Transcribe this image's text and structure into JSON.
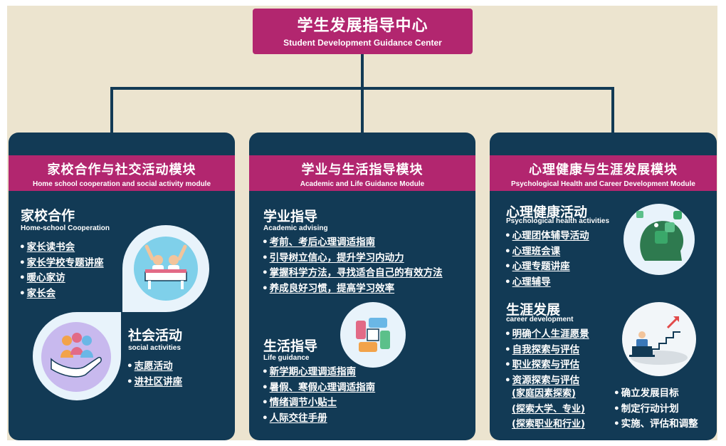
{
  "center": {
    "title_zh": "学生发展指导中心",
    "title_en": "Student Development Guidance Center"
  },
  "modules": [
    {
      "title_zh": "家校合作与社交活动模块",
      "title_en": "Home school cooperation and social activity module",
      "sections": [
        {
          "title_zh": "家校合作",
          "title_en": "Home-school Cooperation",
          "items": [
            "家长读书会",
            "家长学校专题讲座",
            "暖心家访",
            "家长会"
          ],
          "icon": "raised-hands-students-icon"
        },
        {
          "title_zh": "社会活动",
          "title_en": "social activities",
          "items": [
            "志愿活动",
            "进社区讲座"
          ],
          "icon": "hand-holding-people-icon"
        }
      ]
    },
    {
      "title_zh": "学业与生活指导模块",
      "title_en": "Academic and Life Guidance Module",
      "sections": [
        {
          "title_zh": "学业指导",
          "title_en": "Academic advising",
          "items": [
            "考前、考后心理调适指南",
            "引导树立信心，提升学习内动力",
            "掌握科学方法，寻找适合自己的有效方法",
            "养成良好习惯，提高学习效率"
          ]
        },
        {
          "title_zh": "生活指导",
          "title_en": "Life guidance",
          "items": [
            "新学期心理调适指南",
            "暑假、寒假心理调适指南",
            "情绪调节小贴士",
            "人际交往手册"
          ],
          "icon": "interlocking-hands-icon"
        }
      ]
    },
    {
      "title_zh": "心理健康与生涯发展模块",
      "title_en": "Psychological Health and Career Development Module",
      "sections": [
        {
          "title_zh": "心理健康活动",
          "title_en": "Psychological health activities",
          "items": [
            "心理团体辅导活动",
            "心理班会课",
            "心理专题讲座",
            "心理辅导"
          ],
          "icon": "puzzle-head-icon"
        },
        {
          "title_zh": "生涯发展",
          "title_en": "career development",
          "items": [
            "明确个人生涯愿景",
            "自我探索与评估",
            "职业探索与评估",
            "资源探索与评估"
          ],
          "sub_items": [
            "(家庭因素探索)",
            "(探索大学、专业)",
            "(探索职业和行业)"
          ],
          "right_items": [
            "确立发展目标",
            "制定行动计划",
            "实施、评估和调整"
          ],
          "icon": "career-stairs-icon"
        }
      ]
    }
  ],
  "colors": {
    "background": "#ece4cf",
    "accent": "#b2266f",
    "panel": "#123a55",
    "icon_circle": "#e8f3fb"
  }
}
